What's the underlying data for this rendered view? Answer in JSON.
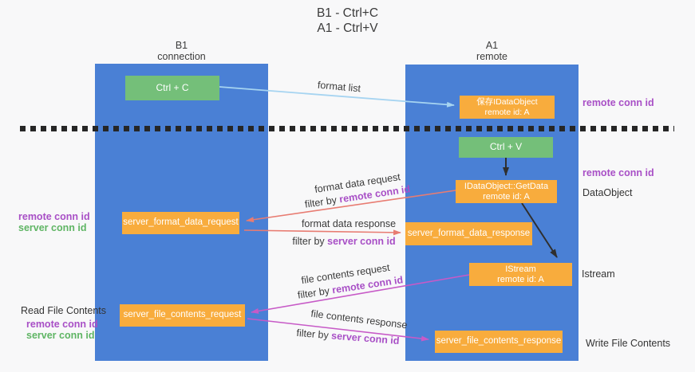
{
  "title": {
    "line1": "B1 - Ctrl+C",
    "line2": "A1 - Ctrl+V"
  },
  "columns": {
    "left": {
      "name": "B1",
      "subtitle": "connection"
    },
    "right": {
      "name": "A1",
      "subtitle": "remote"
    }
  },
  "boxes": {
    "ctrl_c": {
      "label": "Ctrl + C"
    },
    "save_idataobject": {
      "line1": "保存IDataObject",
      "line2": "remote id: A"
    },
    "ctrl_v": {
      "label": "Ctrl + V"
    },
    "getdata": {
      "line1": "IDataObject::GetData",
      "line2": "remote id: A"
    },
    "format_request": {
      "label": "server_format_data_request"
    },
    "format_response": {
      "label": "server_format_data_response"
    },
    "istream": {
      "line1": "IStream",
      "line2": "remote id: A"
    },
    "file_request": {
      "label": "server_file_contents_request"
    },
    "file_response": {
      "label": "server_file_contents_response"
    }
  },
  "flow_labels": {
    "format_list": "format list",
    "format_data_request": "format data request",
    "format_data_response": "format data response",
    "file_contents_request": "file contents request",
    "file_contents_response": "file contents response",
    "filter_prefix": "filter by ",
    "remote_conn_id": "remote conn id",
    "server_conn_id": "server conn id"
  },
  "annotations": {
    "left_remote_conn": "remote conn id",
    "left_server_conn": "server conn id",
    "read_file_contents": "Read File Contents",
    "read_remote_conn": "remote conn id",
    "read_server_conn": "server conn id",
    "right_top_remote_conn": "remote conn id",
    "right_mid_remote_conn": "remote conn id",
    "dataobject": "DataObject",
    "istream_label": "Istream",
    "write_file_contents": "Write File Contents"
  },
  "colors": {
    "column_blue": "#4a80d5",
    "box_green": "#74bf79",
    "box_orange": "#f8ac3d",
    "arrow_blue": "#a6d4f1",
    "arrow_red": "#e87c72",
    "arrow_magenta": "#c75ac7",
    "arrow_black": "#2f2f2f",
    "text_purple": "#a84fc6",
    "text_green": "#5fb564"
  }
}
